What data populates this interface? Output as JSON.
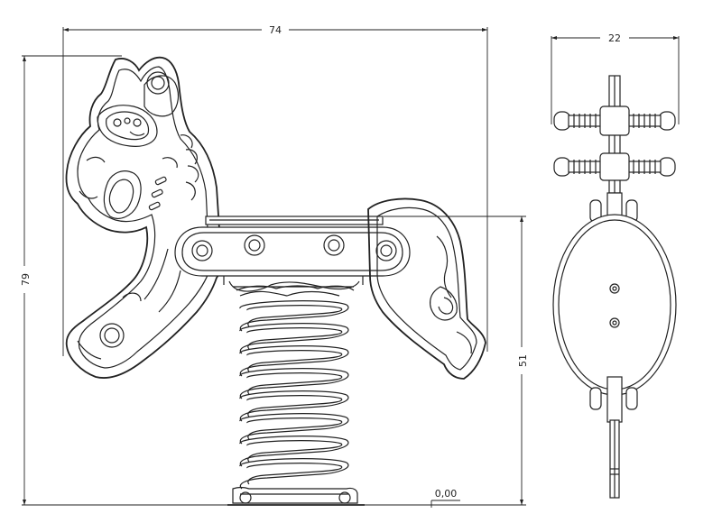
{
  "dimensions": {
    "width_front": "74",
    "height_total": "79",
    "seat_height": "51",
    "width_side": "22",
    "ground_level": "0,00"
  },
  "colors": {
    "line": "#222222",
    "background": "#ffffff"
  }
}
